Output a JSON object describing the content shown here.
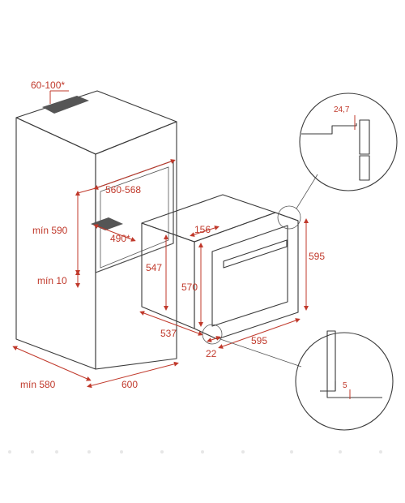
{
  "dimensions": {
    "top_vent": "60-100*",
    "niche_width": "560-568",
    "min_height": "mín 590",
    "depth_490": "490*",
    "min_bottom": "mín 10",
    "min_depth": "mín 580",
    "cabinet_width": "600",
    "oven_top_depth": "156",
    "oven_547": "547",
    "oven_570": "570",
    "oven_height": "595",
    "oven_depth": "537",
    "oven_width": "595",
    "oven_22": "22",
    "detail_top": "24,7",
    "detail_bottom": "5"
  },
  "colors": {
    "dimension": "#c0392b",
    "line": "#3a3a3a"
  }
}
